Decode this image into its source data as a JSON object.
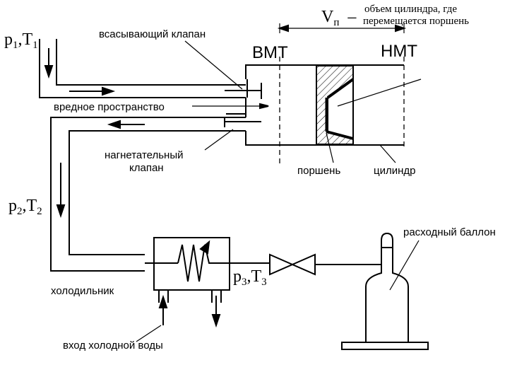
{
  "labels": {
    "suction_valve": "всасывающий клапан",
    "dead_space": "вредное пространство",
    "discharge_valve_line1": "нагнетательный",
    "discharge_valve_line2": "клапан",
    "piston": "поршень",
    "cylinder": "цилиндр",
    "tdc": "ВМТ",
    "bdc": "НМТ",
    "volume_symbol": "V",
    "volume_subscript": "п",
    "volume_dash": "–",
    "volume_desc_line1": "объем цилиндра, где",
    "volume_desc_line2": "перемещается поршень",
    "cooler": "холодильник",
    "water_inlet": "вход холодной воды",
    "receiver": "расходный баллон"
  },
  "states": {
    "s1": {
      "p": "p",
      "p_sub": "1",
      "sep": ",",
      "t": "T",
      "t_sub": "1"
    },
    "s2": {
      "p": "p",
      "p_sub": "2",
      "sep": ",",
      "t": "T",
      "t_sub": "2"
    },
    "s3": {
      "p": "p",
      "p_sub": "3",
      "sep": ",",
      "t": "T",
      "t_sub": "3"
    }
  },
  "colors": {
    "ink": "#000000",
    "background": "#ffffff"
  }
}
